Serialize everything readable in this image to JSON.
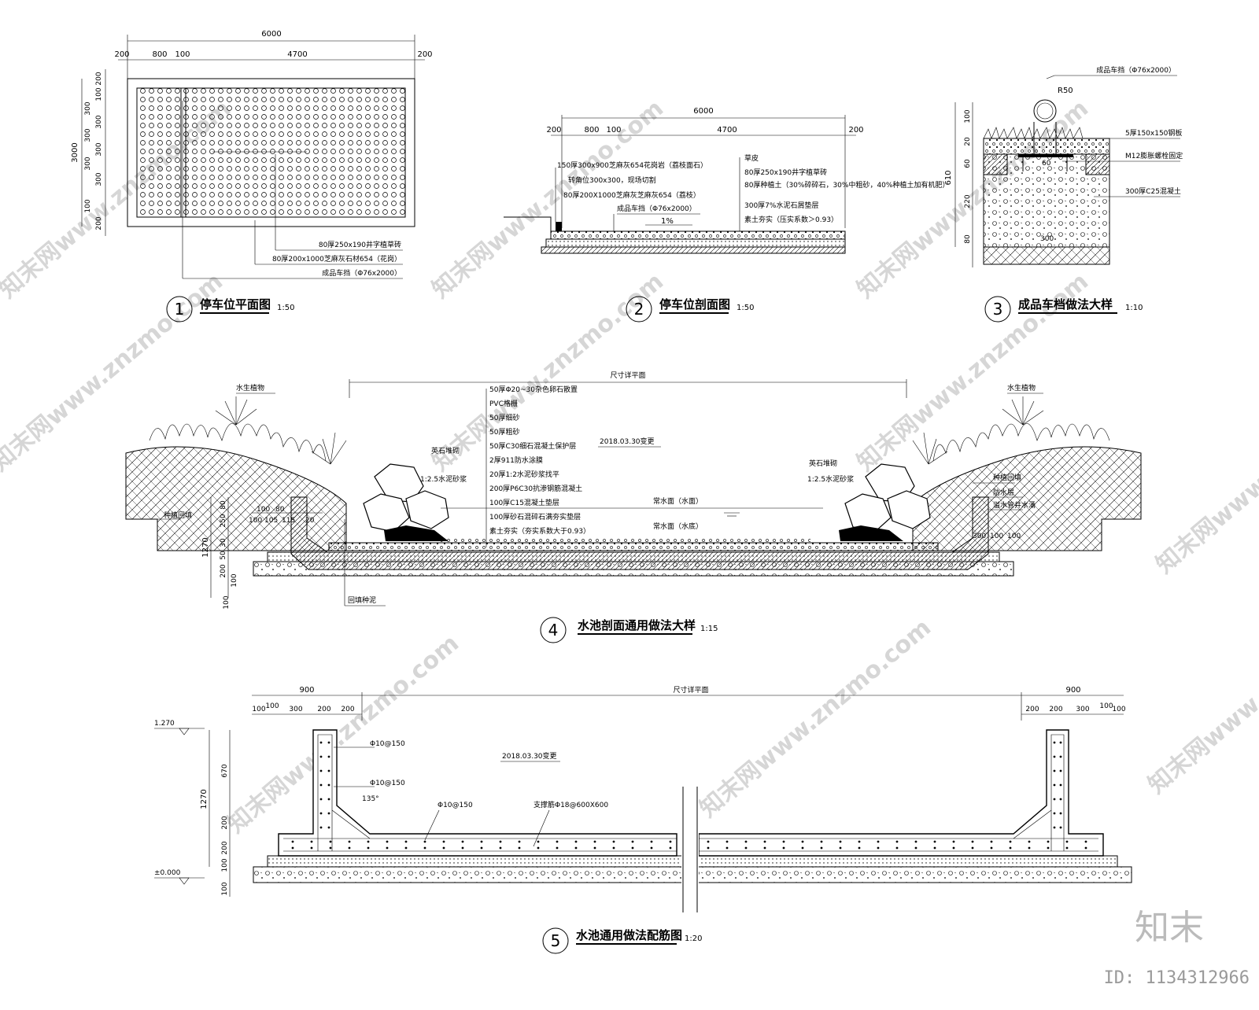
{
  "views": [
    {
      "num": "1",
      "title": "停车位平面图",
      "scale": "1:50"
    },
    {
      "num": "2",
      "title": "停车位剖面图",
      "scale": "1:50"
    },
    {
      "num": "3",
      "title": "成品车档做法大样",
      "scale": "1:10"
    },
    {
      "num": "4",
      "title": "水池剖面通用做法大样",
      "scale": "1:15"
    },
    {
      "num": "5",
      "title": "水池通用做法配筋图",
      "scale": "1:20"
    }
  ],
  "plan": {
    "top_total": "6000",
    "top_parts": [
      "200",
      "800",
      "100",
      "4700",
      "200"
    ],
    "left_total": "3000",
    "left_parts": [
      "200",
      "100",
      "300",
      "300",
      "300",
      "300",
      "300",
      "300",
      "100",
      "200"
    ],
    "notes": [
      "80厚250x190井字植草砖",
      "80厚200x1000芝麻灰石材654（花岗）",
      "成品车挡（Φ76x2000）"
    ]
  },
  "section": {
    "top_total": "6000",
    "top_parts": [
      "200",
      "800",
      "100",
      "4700",
      "200"
    ],
    "left_notes": [
      "150厚300x900芝麻灰654花岗岩（荔枝面石）",
      "转角位300x300，现场切割",
      "80厚200X1000芝麻灰芝麻灰654（荔枝）",
      "成品车挡（Φ76x2000）"
    ],
    "slope": "1%",
    "right_notes": [
      "草皮",
      "80厚250x190井字植草砖",
      "80厚种植土（30%碎碎石，30%中粗砂，40%种植土加有机肥）",
      "300厚7%水泥石屑垫层",
      "素土夯实（压实系数＞0.93）"
    ]
  },
  "bollard": {
    "top_note": "成品车挡（Φ76x2000）",
    "radius": "R50",
    "right_notes": [
      "5厚150x150钢板",
      "M12膨胀螺栓固定",
      "300厚C25混凝土"
    ],
    "dims": [
      "610",
      "100",
      "20",
      "60",
      "220",
      "80"
    ],
    "inner": [
      "60",
      "300"
    ]
  },
  "pool": {
    "top_dim": "尺寸详平面",
    "layers": [
      "50厚Φ20~30杂色卵石散置",
      "PVC格栅",
      "50厚细砂",
      "50厚粗砂",
      "50厚C30细石混凝土保护层",
      "2厚911防水涂膜",
      "20厚1:2水泥砂浆找平",
      "200厚P6C30抗渗钢筋混凝土",
      "100厚C15混凝土垫层",
      "100厚砂石混碎石满夯实垫层",
      "素土夯实（夯实系数大于0.93）"
    ],
    "revision": "2018.03.30变更",
    "plant_left": "水生植物",
    "plant_right": "水生植物",
    "stone_left": "英石堆砌",
    "stone_right": "英石堆砌",
    "mortar_left": "1:2.5水泥砂浆",
    "mortar_right": "1:2.5水泥砂浆",
    "water_top": "常水面（水面）",
    "water_bottom": "常水面（水底）",
    "right_notes": [
      "种植回填",
      "防水层",
      "溢水管井水涌"
    ],
    "left_note": "种植回填",
    "bottom_note": "回填种泥",
    "left_dims": [
      "80",
      "250",
      "1270",
      "30",
      "50",
      "200",
      "100",
      "100"
    ],
    "top_dims": [
      "100",
      "80",
      "100",
      "105",
      "115",
      "20"
    ],
    "right_dims": [
      "300",
      "100",
      "100"
    ]
  },
  "rebar": {
    "top_dim": "尺寸详平面",
    "left_top": "900",
    "left_parts": [
      "100",
      "100",
      "300",
      "200",
      "200"
    ],
    "right_top": "900",
    "right_parts": [
      "200",
      "200",
      "300",
      "100",
      "100"
    ],
    "elev_top": "1.270",
    "elev_bottom": "±0.000",
    "vert_total": "1270",
    "vert_parts": [
      "670",
      "200",
      "200",
      "100",
      "100"
    ],
    "bars": [
      "Φ10@150",
      "Φ10@150",
      "Φ10@150"
    ],
    "support": "支撑筋Φ18@600X600",
    "angle": "135°",
    "revision": "2018.03.30变更"
  },
  "brand": {
    "logo": "知末",
    "id": "ID: 1134312966"
  },
  "watermark": "知末网www.znzmo.com"
}
